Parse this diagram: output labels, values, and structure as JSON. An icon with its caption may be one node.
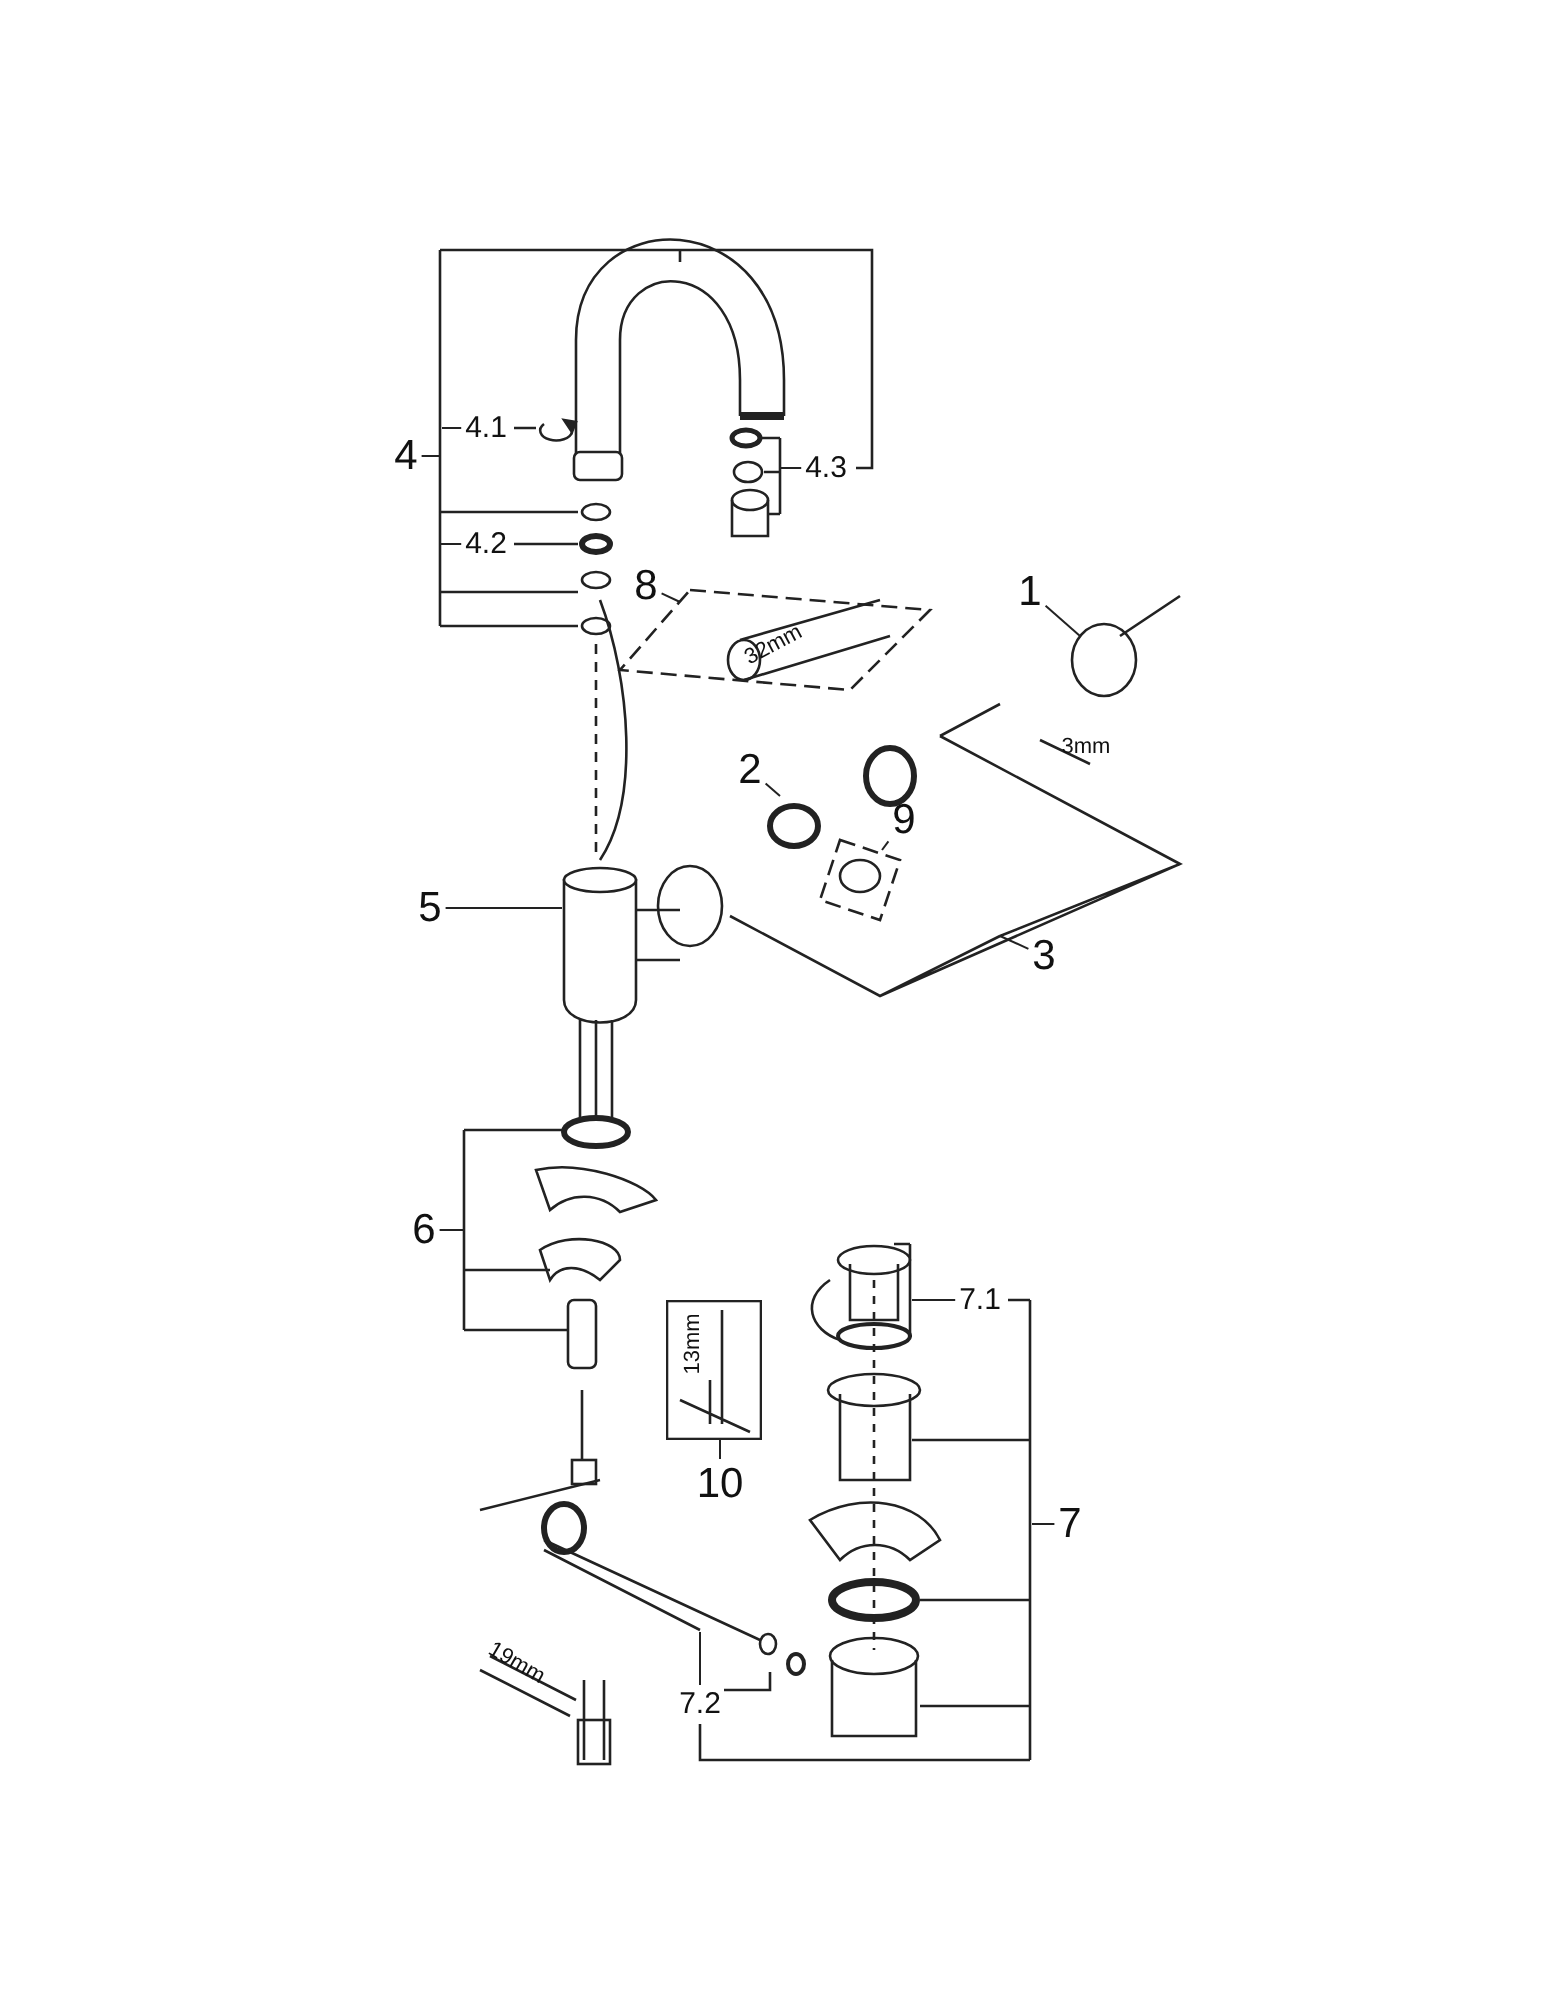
{
  "diagram": {
    "nodes": [
      {
        "text": [
          "4.1"
        ]
      },
      {
        "text": [
          "4"
        ]
      },
      {
        "text": [
          "4.3"
        ]
      },
      {
        "text": [
          "4.2"
        ]
      },
      {
        "text": [
          "8"
        ]
      },
      {
        "text": [
          "1"
        ]
      },
      {
        "text": [
          "2"
        ]
      },
      {
        "text": [
          "9"
        ]
      },
      {
        "text": [
          "5"
        ]
      },
      {
        "text": [
          "3"
        ]
      },
      {
        "text": [
          "6"
        ]
      },
      {
        "text": [
          "7.1"
        ]
      },
      {
        "text": [
          "10"
        ]
      },
      {
        "text": [
          "7"
        ]
      },
      {
        "text": [
          "7.2"
        ]
      },
      {
        "text": [
          "32mm"
        ]
      },
      {
        "text": [
          "13mm"
        ]
      }
    ],
    "edges": [
      {
        "from": 0,
        "to": null,
        "arrow": "none"
      },
      {
        "from": 1,
        "to": null,
        "arrow": "none"
      },
      {
        "from": 2,
        "to": null,
        "arrow": "none"
      },
      {
        "from": 3,
        "to": null,
        "arrow": "none"
      },
      {
        "from": 4,
        "to": 15,
        "arrow": "none"
      },
      {
        "from": 5,
        "to": null,
        "arrow": "none"
      },
      {
        "from": 6,
        "to": null,
        "arrow": "none"
      },
      {
        "from": 7,
        "to": null,
        "arrow": "none"
      },
      {
        "from": 8,
        "to": null,
        "arrow": "none"
      },
      {
        "from": 9,
        "to": null,
        "arrow": "none"
      },
      {
        "from": 10,
        "to": null,
        "arrow": "none"
      },
      {
        "from": 11,
        "to": null,
        "arrow": "none"
      },
      {
        "from": 12,
        "to": 16,
        "arrow": "none"
      },
      {
        "from": 13,
        "to": null,
        "arrow": "none"
      },
      {
        "from": 14,
        "to": null,
        "arrow": "none"
      }
    ],
    "labels": [
      "3mm",
      "19mm"
    ]
  }
}
